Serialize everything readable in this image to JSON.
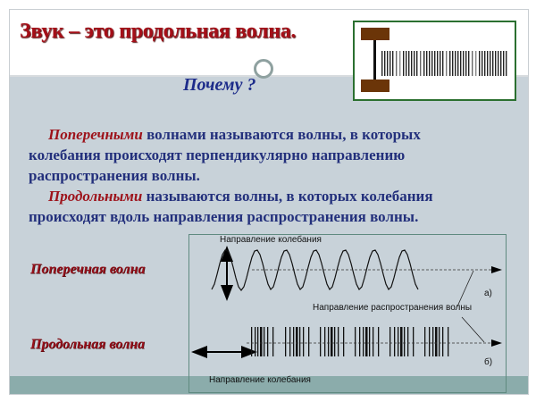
{
  "slide": {
    "title": "Звук – это продольная волна.",
    "question": "Почему ?",
    "definitions": [
      {
        "term": "Поперечными",
        "line1_rest": " волнами называются волны, в которых",
        "line2": "колебания происходят перпендикулярно направлению",
        "line3": "распространения волны."
      },
      {
        "term": "Продольными",
        "line1_rest": " называются волны, в которых колебания",
        "line2": "происходят вдоль направления распространения волны."
      }
    ],
    "wave_labels": {
      "transverse": "Поперечная волна",
      "longitudinal": "Продольная волна"
    }
  },
  "diagram": {
    "top_label": "Направление колебания",
    "propagation_label": "Направление распространения волны",
    "bottom_label": "Направление колебания",
    "marker_a": "а)",
    "marker_b": "б)"
  },
  "thumbnail": {
    "icon": "tuning-fork-sound-wave-icon"
  },
  "colors": {
    "title": "#a50f18",
    "body_text": "#23307c",
    "term": "#9d121a",
    "body_bg": "#c8d2d9",
    "footer_band": "#8bacab",
    "frame_green": "#2b7030",
    "fork_brown": "#6b3508"
  }
}
